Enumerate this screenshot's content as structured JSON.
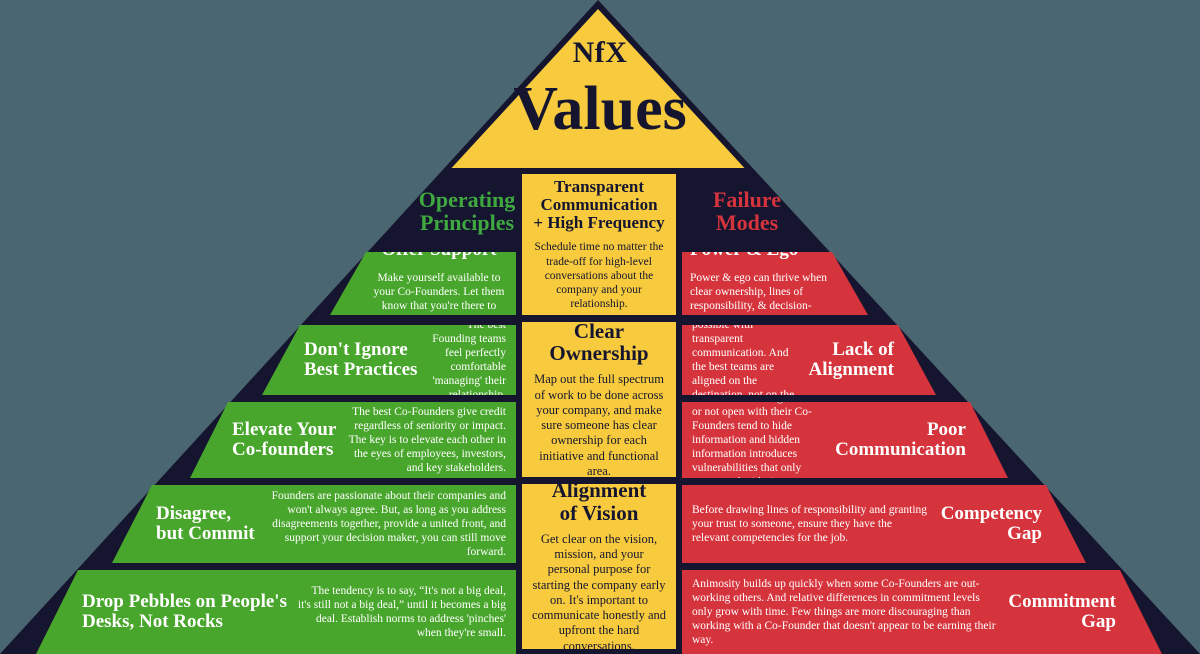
{
  "background_color": "#4a6771",
  "navy_color": "#151530",
  "green_color": "#49a62c",
  "red_color": "#d6343c",
  "yellow_color": "#f7cb3d",
  "apex": {
    "brand": "NfX",
    "title": "Values"
  },
  "headers": {
    "left": "Operating\nPrinciples",
    "left_line1": "Operating",
    "left_line2": "Principles",
    "right_line1": "Failure",
    "right_line2": "Modes"
  },
  "center": [
    {
      "title": "Transparent Communication + High Frequency",
      "title_line1": "Transparent",
      "title_line2": "Communication",
      "title_line3": "+ High Frequency",
      "body": "Schedule time no matter the trade-off for high-level conversations about the company and your relationship."
    },
    {
      "title_line1": "Clear",
      "title_line2": "Ownership",
      "body": "Map out the full spectrum of work to be done across your company, and make sure someone has clear ownership for each initiative and functional area."
    },
    {
      "title_line1": "Alignment",
      "title_line2": "of Vision",
      "body": "Get clear on the vision, mission, and your personal purpose for starting the company early on. It's important to communicate honestly and upfront the hard conversations."
    }
  ],
  "principles": [
    {
      "title_line1": "Offer Support",
      "title_line2": "",
      "body": "Make yourself available to your Co-Founders. Let them know that you're there to support them."
    },
    {
      "title_line1": "Don't Ignore",
      "title_line2": "Best Practices",
      "body": "The best Founding teams feel perfectly comfortable 'managing' their relationship."
    },
    {
      "title_line1": "Elevate Your",
      "title_line2": "Co-founders",
      "body": "The best Co-Founders give credit regardless of seniority or impact. The key is to elevate each other in the eyes of employees, investors, and key stakeholders."
    },
    {
      "title_line1": "Disagree,",
      "title_line2": "but Commit",
      "body": "Founders are passionate about their companies and won't always agree. But, as long as you address disagreements together, provide a united front, and support your decision maker, you can still move forward."
    },
    {
      "title_line1": "Drop Pebbles on People's",
      "title_line2": "Desks, Not Rocks",
      "body": "The tendency is to say, “It's not a big deal, it's still not a big deal,” until it becomes a big deal. Establish norms to address 'pinches' when they're small."
    }
  ],
  "failures": [
    {
      "title_line1": "Power & Ego",
      "title_line2": "",
      "body": "Power & ego can thrive when clear ownership, lines of responsibility, & decision-making processes are absent."
    },
    {
      "title_line1": "Lack of",
      "title_line2": "Alignment",
      "body": "Alignment is only possible with transparent communication. And the best teams are aligned on the destination, not on the path taken."
    },
    {
      "title_line1": "Poor",
      "title_line2": "Communication",
      "body": "Founders who are guarded or not open with their Co-Founders tend to hide information and hidden information introduces vulnerabilities that only compound with time."
    },
    {
      "title_line1": "Competency",
      "title_line2": "Gap",
      "body": "Before drawing lines of responsibility and granting your trust to someone, ensure they have the relevant competencies for the job."
    },
    {
      "title_line1": "Commitment",
      "title_line2": "Gap",
      "body": "Animosity builds up quickly when some Co-Founders are out-working others. And relative differences in commitment levels only grow with time. Few things are more discouraging than working with a Co-Founder that doesn't appear to be earning their way."
    }
  ]
}
